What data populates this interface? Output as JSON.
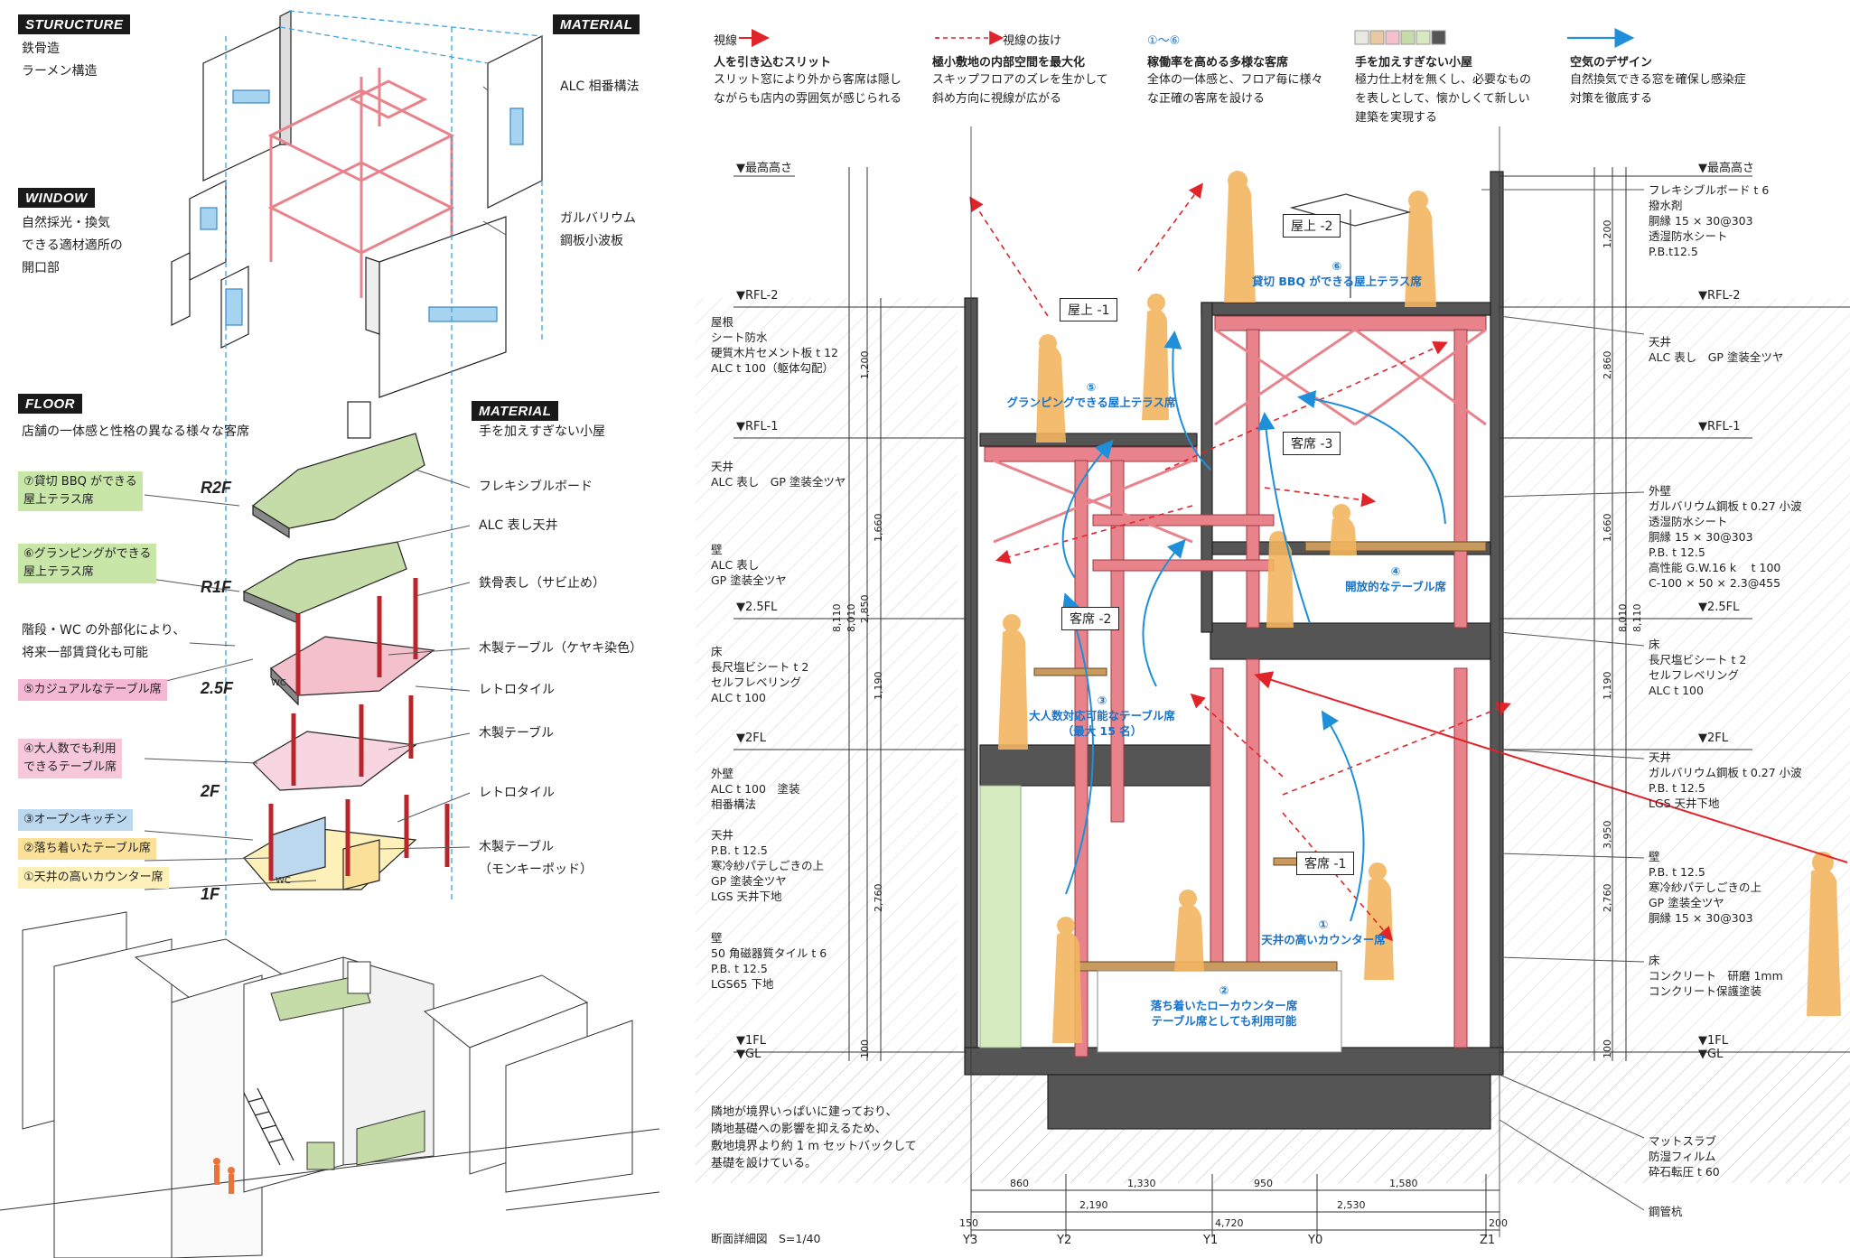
{
  "left": {
    "structure": {
      "tag": "STURUCTURE",
      "lines": "鉄骨造\nラーメン構造"
    },
    "window": {
      "tag": "WINDOW",
      "lines": "自然採光・換気\nできる適材適所の\n開口部"
    },
    "material1": {
      "tag": "MATERIAL",
      "alc": "ALC 相番構法",
      "galvalume": "ガルバリウム\n鋼板小波板"
    },
    "floor": {
      "tag": "FLOOR",
      "lead": "店舗の一体感と性格の異なる様々な客席"
    },
    "material2": {
      "tag": "MATERIAL",
      "lead": "手を加えすぎない小屋"
    },
    "seats": [
      {
        "label": "⑦貸切 BBQ ができる\n屋上テラス席",
        "color": "#c8e6a8"
      },
      {
        "label": "⑥グランピングができる\n屋上テラス席",
        "color": "#c8e6a8"
      },
      {
        "label": "⑤カジュアルなテーブル席",
        "color": "#f4b8d4"
      },
      {
        "label": "④大人数でも利用\nできるテーブル席",
        "color": "#f7c8dc"
      },
      {
        "label": "③オープンキッチン",
        "color": "#bcd8ee"
      },
      {
        "label": "②落ち着いたテーブル席",
        "color": "#fbe09a"
      },
      {
        "label": "①天井の高いカウンター席",
        "color": "#fdf0b8"
      }
    ],
    "stair_note": "階段・WC の外部化により、\n将来一部賃貸化も可能",
    "levels": [
      "R2F",
      "R1F",
      "2.5F",
      "2F",
      "1F"
    ],
    "materials": [
      "フレキシブルボード",
      "ALC 表し天井",
      "鉄骨表し（サビ止め）",
      "木製テーブル（ケヤキ染色）",
      "レトロタイル",
      "木製テーブル",
      "レトロタイル",
      "木製テーブル\n（モンキーポッド）"
    ],
    "wc": "WC"
  },
  "legend": [
    {
      "title": "人を引き込むスリット",
      "head": "視線",
      "body": "スリット窓により外から客席は隠し\nながらも店内の雰囲気が感じられる"
    },
    {
      "title": "極小敷地の内部空間を最大化",
      "head": "視線の抜け",
      "body": "スキップフロアのズレを生かして\n斜め方向に視線が広がる"
    },
    {
      "title": "稼働率を高める多様な客席",
      "head": "①〜⑥",
      "body": "全体の一体感と、フロア毎に様々\nな正確の客席を設ける"
    },
    {
      "title": "手を加えすぎない小屋",
      "head": "",
      "body": "極力仕上材を無くし、必要なもの\nを表しとして、懐かしくて新しい\n建築を実現する"
    },
    {
      "title": "空気のデザイン",
      "head": "",
      "body": "自然換気できる窓を確保し感染症\n対策を徹底する"
    }
  ],
  "legend_colors": [
    "#e9e9e2",
    "#e8c9a0",
    "#f4c0cc",
    "#c5dca8",
    "#d8e8c0",
    "#555555"
  ],
  "section": {
    "levels_left": [
      "▼最高高さ",
      "▼RFL-2",
      "▼RFL-1",
      "▼2.5FL",
      "▼2FL",
      "▼1FL",
      "▼GL"
    ],
    "levels_right": [
      "▼最高高さ",
      "▼RFL-2",
      "▼RFL-1",
      "▼2.5FL",
      "▼2FL",
      "▼1FL",
      "▼GL"
    ],
    "notes_left": [
      "屋根\nシート防水\n硬質木片セメント板 t 12\nALC t 100（躯体勾配）",
      "天井\nALC 表し　GP 塗装全ツヤ",
      "壁\nALC 表し\nGP 塗装全ツヤ",
      "床\n長尺塩ビシート t 2\nセルフレベリング\nALC t 100",
      "外壁\nALC t 100　塗装\n相番構法",
      "天井\nP.B. t 12.5\n寒冷紗パテしごきの上\nGP 塗装全ツヤ\nLGS 天井下地",
      "壁\n50 角磁器質タイル t 6\nP.B. t 12.5\nLGS65 下地"
    ],
    "notes_right": [
      "フレキシブルボード t 6\n撥水剤\n胴縁 15 × 30@303\n透湿防水シート\nP.B.t12.5",
      "天井\nALC 表し　GP 塗装全ツヤ",
      "外壁\nガルバリウム鋼板 t 0.27 小波\n透湿防水シート\n胴縁 15 × 30@303\nP.B. t 12.5\n高性能 G.W.16 k　 t 100\nC-100 × 50 × 2.3@455",
      "床\n長尺塩ビシート t 2\nセルフレベリング\nALC t 100",
      "天井\nガルバリウム鋼板 t 0.27 小波\nP.B. t 12.5\nLGS 天井下地",
      "壁\nP.B. t 12.5\n寒冷紗パテしごきの上\nGP 塗装全ツヤ\n胴縁 15 × 30@303",
      "床\nコンクリート　研磨 1mm\nコンクリート保護塗装",
      "マットスラブ\n防湿フィルム\n砕石転圧 t 60",
      "鋼管杭"
    ],
    "rooms": [
      "屋上 -2",
      "屋上 -1",
      "客席 -3",
      "客席 -2",
      "客席 -1"
    ],
    "seat_labels": [
      "⑥\n貸切 BBQ ができる屋上テラス席",
      "⑤\nグランピングできる屋上テラス席",
      "④\n開放的なテーブル席",
      "③\n大人数対応可能なテーブル席\n（最大 15 名）",
      "①\n天井の高いカウンター席",
      "②\n落ち着いたローカウンター席\nテーブル席としても利用可能"
    ],
    "left_dims": [
      "1,200",
      "1,660",
      "2,850",
      "1,190",
      "2,760",
      "8,010",
      "8,110",
      "100"
    ],
    "right_dims": [
      "1,200",
      "2,860",
      "1,660",
      "1,190",
      "3,950",
      "2,760",
      "8,010",
      "8,110",
      "100"
    ],
    "bottom_dims_top": [
      "860",
      "1,330",
      "950",
      "1,580"
    ],
    "bottom_dims_mid": [
      "2,190",
      "2,530"
    ],
    "bottom_total": "4,720",
    "bottom_edges": [
      "150",
      "200"
    ],
    "grid": [
      "Y3",
      "Y2",
      "Y1",
      "Y0",
      "Z1"
    ],
    "foundation_note": "隣地が境界いっぱいに建っており、\n隣地基礎への影響を抑えるため、\n敷地境界より約 1 m セットバックして\n基礎を設けている。",
    "scale": "断面詳細図　S=1/40"
  }
}
